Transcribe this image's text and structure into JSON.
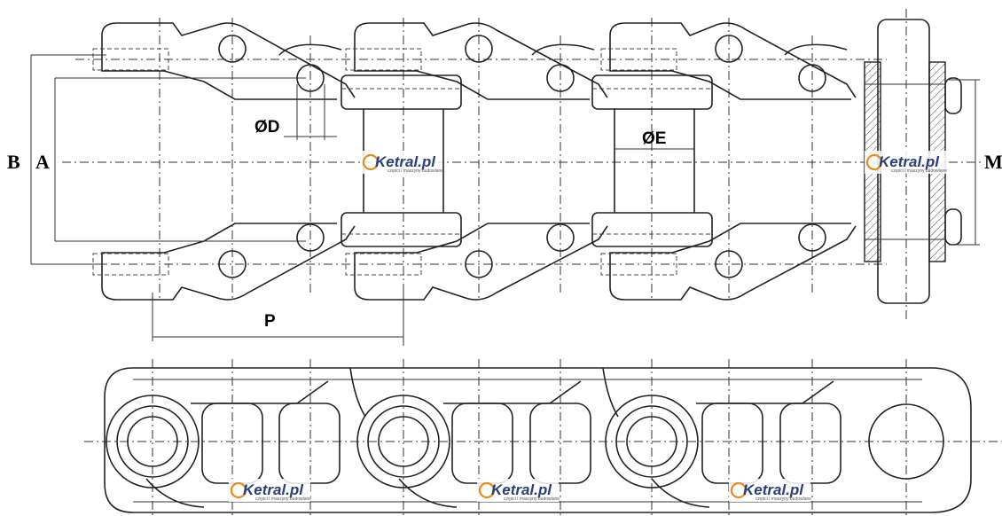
{
  "labels": {
    "b": "B",
    "a": "A",
    "d": "ØD",
    "e": "ØE",
    "m": "M",
    "p": "P"
  },
  "logo": {
    "text": "Ketral.pl",
    "tagline": "części i maszyny budowlane"
  }
}
